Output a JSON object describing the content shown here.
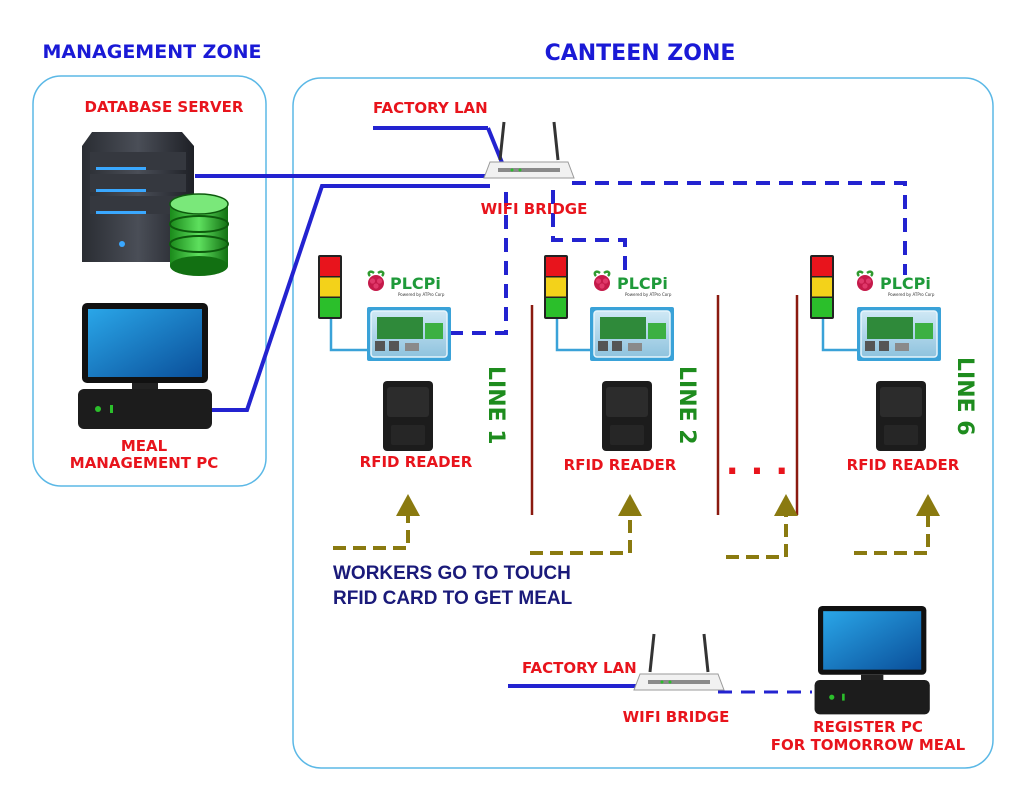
{
  "zones": {
    "management_title": "MANAGEMENT ZONE",
    "canteen_title": "CANTEEN ZONE"
  },
  "labels": {
    "database_server": "DATABASE SERVER",
    "meal_pc_line1": "MEAL",
    "meal_pc_line2": "MANAGEMENT PC",
    "factory_lan_top": "FACTORY LAN",
    "wifi_bridge_top": "WIFI BRIDGE",
    "factory_lan_bottom": "FACTORY LAN",
    "wifi_bridge_bottom": "WIFI BRIDGE",
    "register_pc_line1": "REGISTER PC",
    "register_pc_line2": "FOR TOMORROW MEAL",
    "workers_line1": "WORKERS GO TO TOUCH",
    "workers_line2": "RFID CARD TO GET MEAL",
    "ellipsis": ". . ."
  },
  "stations": [
    {
      "line_label": "LINE 1",
      "reader_label": "RFID READER",
      "logo": "PLCPi",
      "logo_sub": "Powered by ATPro Corp"
    },
    {
      "line_label": "LINE 2",
      "reader_label": "RFID READER",
      "logo": "PLCPi",
      "logo_sub": "Powered by ATPro Corp"
    },
    {
      "line_label": "LINE 6",
      "reader_label": "RFID READER",
      "logo": "PLCPi",
      "logo_sub": "Powered by ATPro Corp"
    }
  ],
  "colors": {
    "zone_border": "#5bb8e6",
    "network_line": "#2323d0",
    "label_red": "#e8141c",
    "line_green": "#1e8c1e",
    "worker_arrow": "#8a7a10",
    "divider": "#8b1a10",
    "zone_title": "#1a1ad6"
  },
  "icons": [
    "server-icon",
    "database-icon",
    "monitor-icon",
    "router-icon",
    "traffic-light-icon",
    "raspberry-icon",
    "plc-box-icon",
    "rfid-reader-icon",
    "arrow-icon"
  ]
}
